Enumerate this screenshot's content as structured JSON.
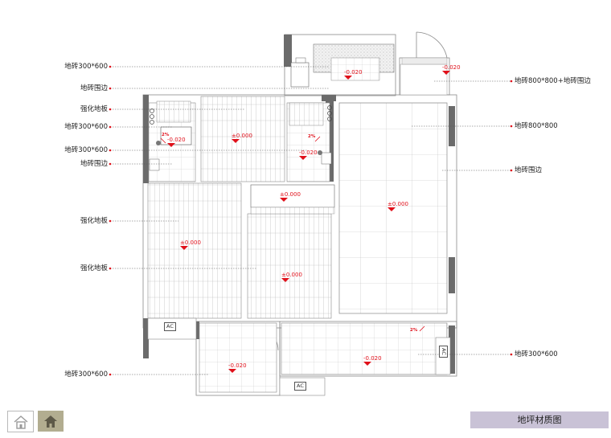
{
  "labels_left": [
    {
      "id": "l1",
      "text": "地砖300*600"
    },
    {
      "id": "l2",
      "text": "地砖围边"
    },
    {
      "id": "l3",
      "text": "强化地板"
    },
    {
      "id": "l4",
      "text": "地砖300*600"
    },
    {
      "id": "l5",
      "text": "地砖300*600"
    },
    {
      "id": "l6",
      "text": "地砖围边"
    },
    {
      "id": "l7",
      "text": "强化地板"
    },
    {
      "id": "l8",
      "text": "强化地板"
    },
    {
      "id": "l9",
      "text": "地砖300*600"
    }
  ],
  "labels_right": [
    {
      "id": "r1",
      "text": "地砖800*800+地砖围边"
    },
    {
      "id": "r2",
      "text": "地砖800*800"
    },
    {
      "id": "r3",
      "text": "地砖围边"
    },
    {
      "id": "r4",
      "text": "地砖300*600"
    }
  ],
  "elevations": [
    {
      "id": "e1",
      "text": "-0.020"
    },
    {
      "id": "e2",
      "text": "-0.020"
    },
    {
      "id": "e3",
      "text": "±0.000"
    },
    {
      "id": "e4",
      "text": "-0.020"
    },
    {
      "id": "e5",
      "text": "-0.020"
    },
    {
      "id": "e6",
      "text": "±0.000"
    },
    {
      "id": "e7",
      "text": "±0.000"
    },
    {
      "id": "e8",
      "text": "±0.000"
    },
    {
      "id": "e9",
      "text": "±0.000"
    },
    {
      "id": "e10",
      "text": "-0.020"
    },
    {
      "id": "e11",
      "text": "-0.020"
    }
  ],
  "slopes": [
    {
      "id": "s1",
      "text": "2%"
    },
    {
      "id": "s2",
      "text": "2%"
    },
    {
      "id": "s3",
      "text": "2%"
    }
  ],
  "ac_units": [
    {
      "id": "ac1",
      "text": "AC"
    },
    {
      "id": "ac2",
      "text": "AC"
    },
    {
      "id": "ac3",
      "text": "AC"
    }
  ],
  "footer": {
    "title": "地坪材质图"
  },
  "icons": {
    "home": "home-icon",
    "home_alt": "home-icon"
  },
  "colors": {
    "annotation": "#e0101a",
    "wall": "#6b6b6b",
    "title_bar": "#c9c2d6",
    "home_active": "#b2ad90"
  }
}
